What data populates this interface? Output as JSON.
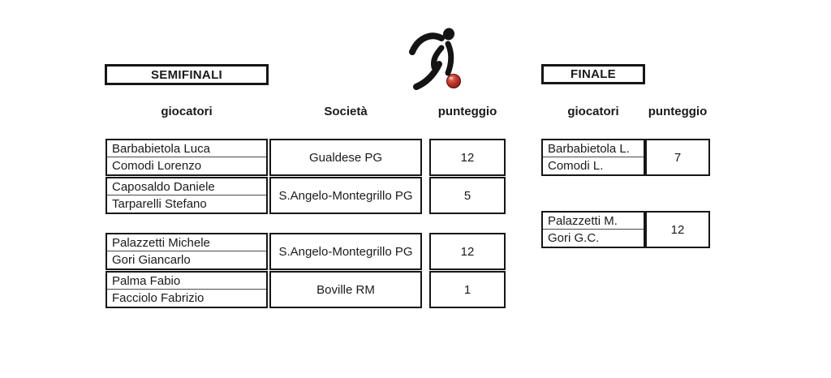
{
  "titles": {
    "semifinali": "SEMIFINALI",
    "finale": "FINALE"
  },
  "headers": {
    "giocatori": "giocatori",
    "societa": "Società",
    "punteggio": "punteggio"
  },
  "icon": {
    "name": "bocce-player",
    "figure_color": "#141414",
    "ball_color": "#a81d1d"
  },
  "semifinali": {
    "teams": [
      {
        "players": [
          "Barbabietola Luca",
          "Comodi Lorenzo"
        ],
        "societa": "Gualdese PG",
        "punteggio": "12"
      },
      {
        "players": [
          "Caposaldo Daniele",
          "Tarparelli Stefano"
        ],
        "societa": "S.Angelo-Montegrillo PG",
        "punteggio": "5"
      },
      {
        "players": [
          "Palazzetti Michele",
          "Gori Giancarlo"
        ],
        "societa": "S.Angelo-Montegrillo PG",
        "punteggio": "12"
      },
      {
        "players": [
          "Palma Fabio",
          "Facciolo Fabrizio"
        ],
        "societa": "Boville RM",
        "punteggio": "1"
      }
    ]
  },
  "finale": {
    "teams": [
      {
        "players": [
          "Barbabietola L.",
          "Comodi L."
        ],
        "punteggio": "7"
      },
      {
        "players": [
          "Palazzetti M.",
          "Gori G.C."
        ],
        "punteggio": "12"
      }
    ]
  }
}
